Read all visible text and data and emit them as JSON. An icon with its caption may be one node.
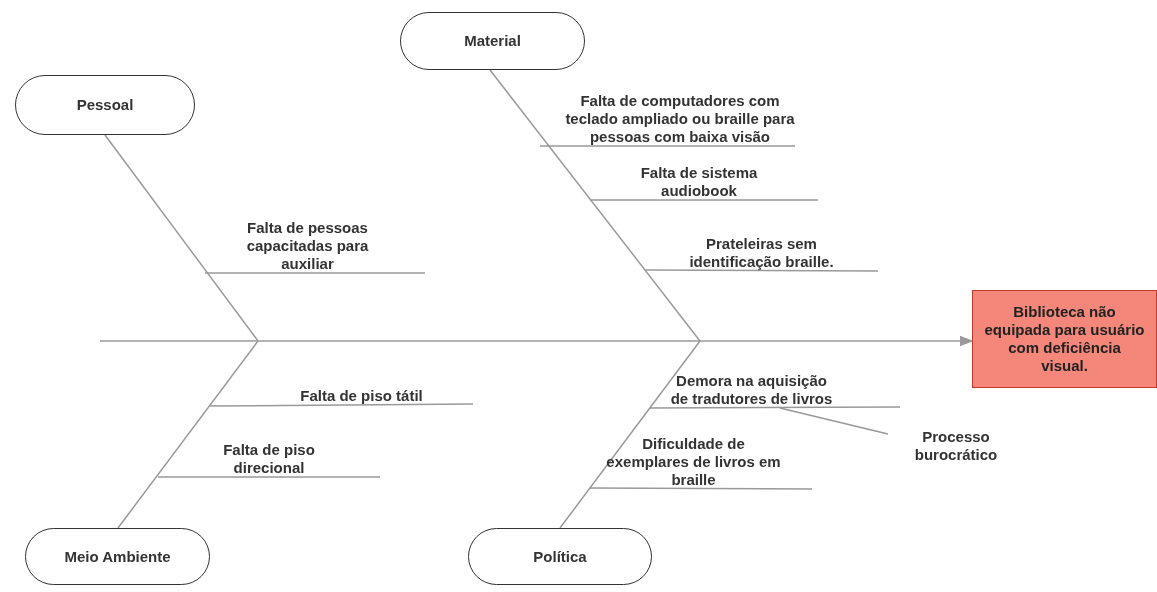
{
  "diagram": {
    "nodes": [
      {
        "text": [
          "Pessoal"
        ]
      },
      {
        "text": [
          "Falta de pessoas capacitadas para auxiliar"
        ]
      },
      {
        "text": [
          "Material"
        ]
      },
      {
        "text": [
          "Falta de computadores com teclado ampliado ou braille para pessoas com baixa visão"
        ]
      },
      {
        "text": [
          "Falta de sistema audiobook"
        ]
      },
      {
        "text": [
          "Prateleiras sem identificação braille."
        ]
      },
      {
        "text": [
          "Biblioteca não equipada para usuário com deficiência visual."
        ]
      },
      {
        "text": [
          "Meio Ambiente"
        ]
      },
      {
        "text": [
          "Falta de piso tátil"
        ]
      },
      {
        "text": [
          "Falta de piso direcional"
        ]
      },
      {
        "text": [
          "Política"
        ]
      },
      {
        "text": [
          "Demora na aquisição de tradutores de livros"
        ]
      },
      {
        "text": [
          "Processo burocrático"
        ]
      },
      {
        "text": [
          "Dificuldade de exemplares de livros em braille"
        ]
      }
    ],
    "edges": [
      {
        "from": null,
        "to": 6,
        "arrow": "to"
      },
      {
        "from": 0,
        "to": null,
        "arrow": "none"
      },
      {
        "from": 1,
        "to": null,
        "arrow": "none"
      },
      {
        "from": 2,
        "to": null,
        "arrow": "none"
      },
      {
        "from": 3,
        "to": null,
        "arrow": "none"
      },
      {
        "from": 4,
        "to": null,
        "arrow": "none"
      },
      {
        "from": 5,
        "to": null,
        "arrow": "none"
      },
      {
        "from": 7,
        "to": null,
        "arrow": "none"
      },
      {
        "from": 8,
        "to": null,
        "arrow": "none"
      },
      {
        "from": 9,
        "to": null,
        "arrow": "none"
      },
      {
        "from": 10,
        "to": null,
        "arrow": "none"
      },
      {
        "from": 11,
        "to": null,
        "arrow": "none"
      },
      {
        "from": 12,
        "to": 11,
        "arrow": "none"
      },
      {
        "from": 13,
        "to": null,
        "arrow": "none"
      }
    ]
  }
}
